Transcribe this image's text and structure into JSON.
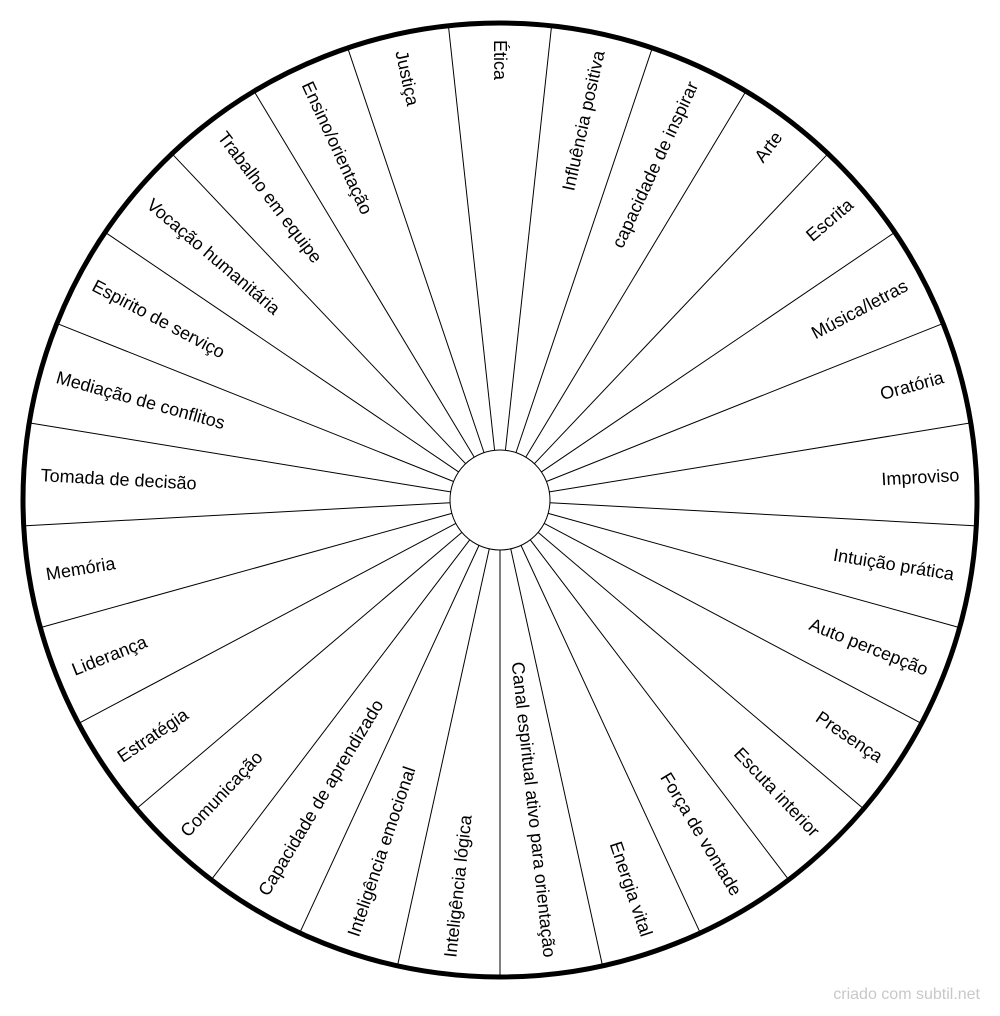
{
  "wheel": {
    "segments": [
      "Ética",
      "Influência positiva",
      "capacidade de inspirar",
      "Arte",
      "Escrita",
      "Música/letras",
      "Oratória",
      "Improviso",
      "Intuição prática",
      "Auto percepção",
      "Presença",
      "Escuta interior",
      "Força de vontade",
      "Energia vital",
      "Canal espiritual ativo para orientação",
      "Inteligência lógica",
      "Inteligência emocional",
      "Capacidade de aprendizado",
      "Comunicação",
      "Estratégia",
      "Liderança",
      "Memória",
      "Tomada de decisão",
      "Mediação de conflitos",
      "Espirito de serviço",
      "Vocação humanitária",
      "Trabalho em equipe",
      "Ensino/orientação",
      "Justiça"
    ],
    "colors": {
      "line": "#000000",
      "background": "#ffffff"
    }
  },
  "footer": {
    "credit": "criado com subtil.net"
  }
}
